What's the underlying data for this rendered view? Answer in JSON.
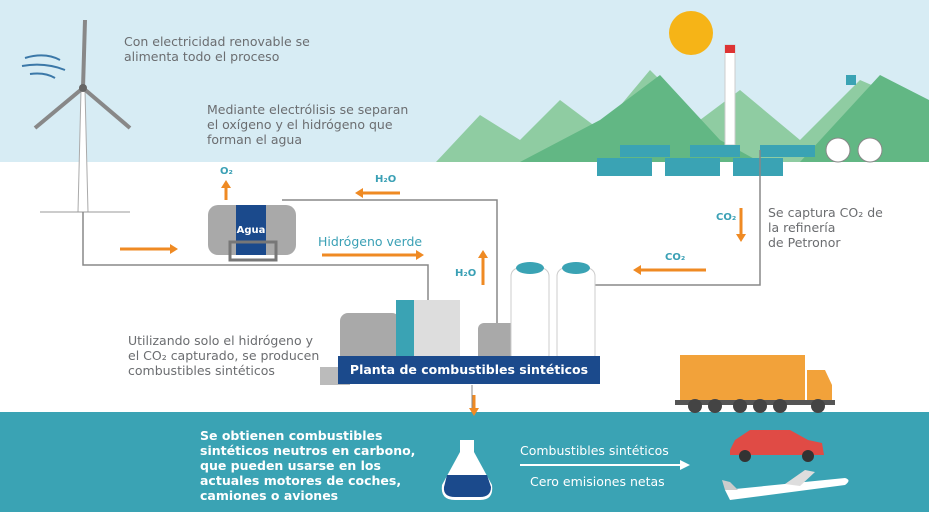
{
  "texts": {
    "renewable": "Con electricidad renovable se\nalimenta todo el proceso",
    "electrolysis": "Mediante electrólisis se separan\nel oxígeno y el hidrógeno que\nforman el agua",
    "capture": "Se captura CO₂ de\nla refinería\nde Petronor",
    "produce": "Utilizando solo el hidrógeno y\nel CO₂ capturado, se producen\ncombustibles sintéticos",
    "result": "Se obtienen combustibles\nsintéticos neutros en carbono,\nque pueden usarse en los\nactuales motores de coches,\ncamiones o aviones"
  },
  "labels": {
    "o2": "O₂",
    "h2o_top": "H₂O",
    "h2o_up": "H₂O",
    "co2_down": "CO₂",
    "co2_left": "CO₂",
    "water_tank": "Agua",
    "green_hydrogen": "Hidrógeno verde",
    "plant": "Planta de combustibles sintéticos",
    "fuels": "Combustibles sintéticos",
    "zero": "Cero emisiones netas"
  },
  "colors": {
    "sky": "#d7ecf4",
    "teal": "#3aa3b4",
    "orange": "#ef8a23",
    "navy": "#1b4a8c",
    "text": "#6b6d70",
    "green": "#6dbb8a"
  }
}
